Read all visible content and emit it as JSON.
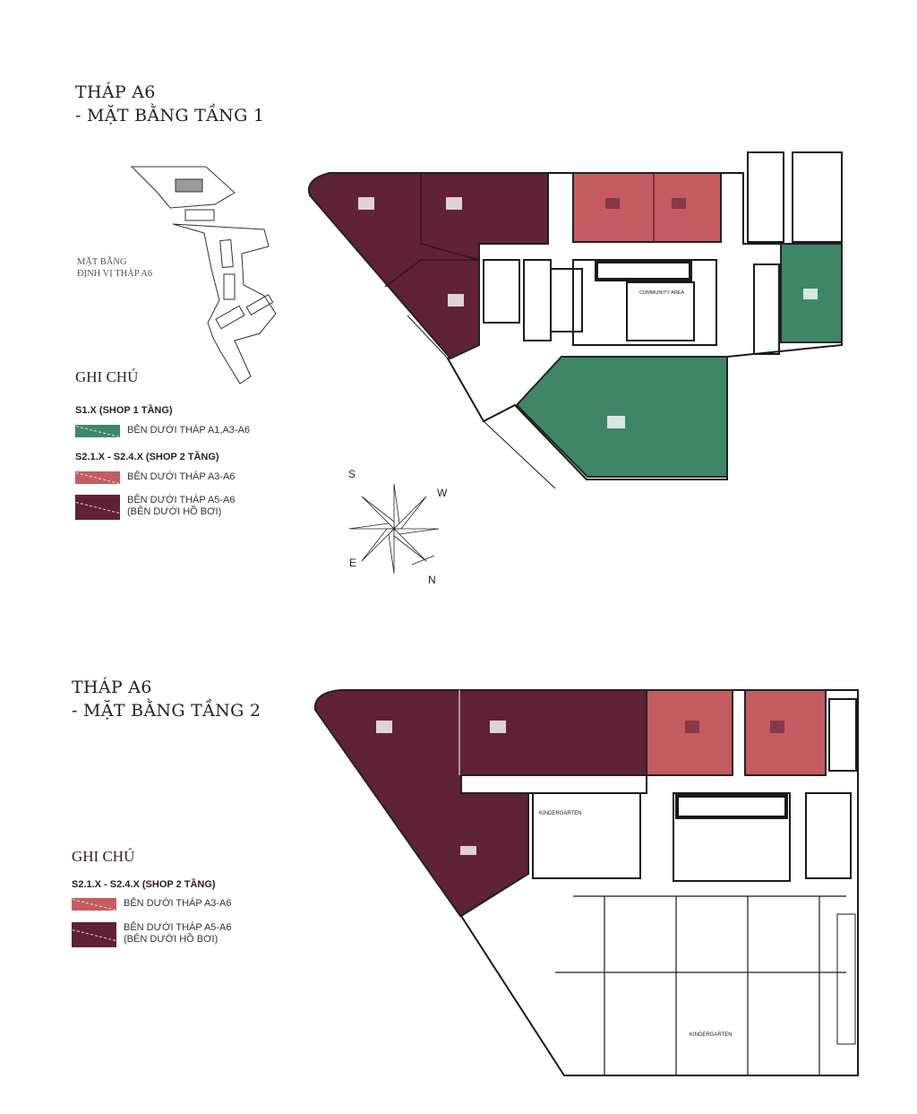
{
  "colors": {
    "maroon": "#5f2237",
    "pink": "#c45c62",
    "green": "#3f8669",
    "line": "#1a1a1a"
  },
  "floor1": {
    "title_line1": "THÁP A6",
    "title_line2": "- MẶT BẰNG TẦNG 1",
    "locator_label_line1": "MẶT BẰNG",
    "locator_label_line2": "ĐỊNH VỊ THÁP A6",
    "room_label": "COMMUNITY AREA",
    "legend": {
      "heading": "GHI CHÚ",
      "groups": [
        {
          "title": "S1.X (SHOP 1 TẦNG)",
          "items": [
            {
              "label": "BÊN DƯỚI THÁP A1,A3-A6",
              "color": "#3f8669"
            }
          ]
        },
        {
          "title": "S2.1.X - S2.4.X (SHOP 2 TẦNG)",
          "items": [
            {
              "label": "BÊN DƯỚI THÁP A3-A6",
              "color": "#c45c62"
            },
            {
              "label": "BÊN DƯỚI THÁP A5-A6",
              "label2": "(BÊN DƯỚI HỒ BƠI)",
              "color": "#5f2237"
            }
          ]
        }
      ]
    },
    "compass": {
      "s": "S",
      "w": "W",
      "e": "E",
      "n": "N"
    }
  },
  "floor2": {
    "title_line1": "THÁP A6",
    "title_line2": "- MẶT BẰNG TẦNG 2",
    "room_label_1": "KINDERGARTEN",
    "room_label_2": "KINDERGARTEN",
    "legend": {
      "heading": "GHI CHÚ",
      "groups": [
        {
          "title": "S2.1.X - S2.4.X (SHOP 2 TẦNG)",
          "items": [
            {
              "label": "BÊN DƯỚI THÁP A3-A6",
              "color": "#c45c62"
            },
            {
              "label": "BÊN DƯỚI THÁP A5-A6",
              "label2": "(BÊN DƯỚI HỒ BƠI)",
              "color": "#5f2237"
            }
          ]
        }
      ]
    }
  }
}
